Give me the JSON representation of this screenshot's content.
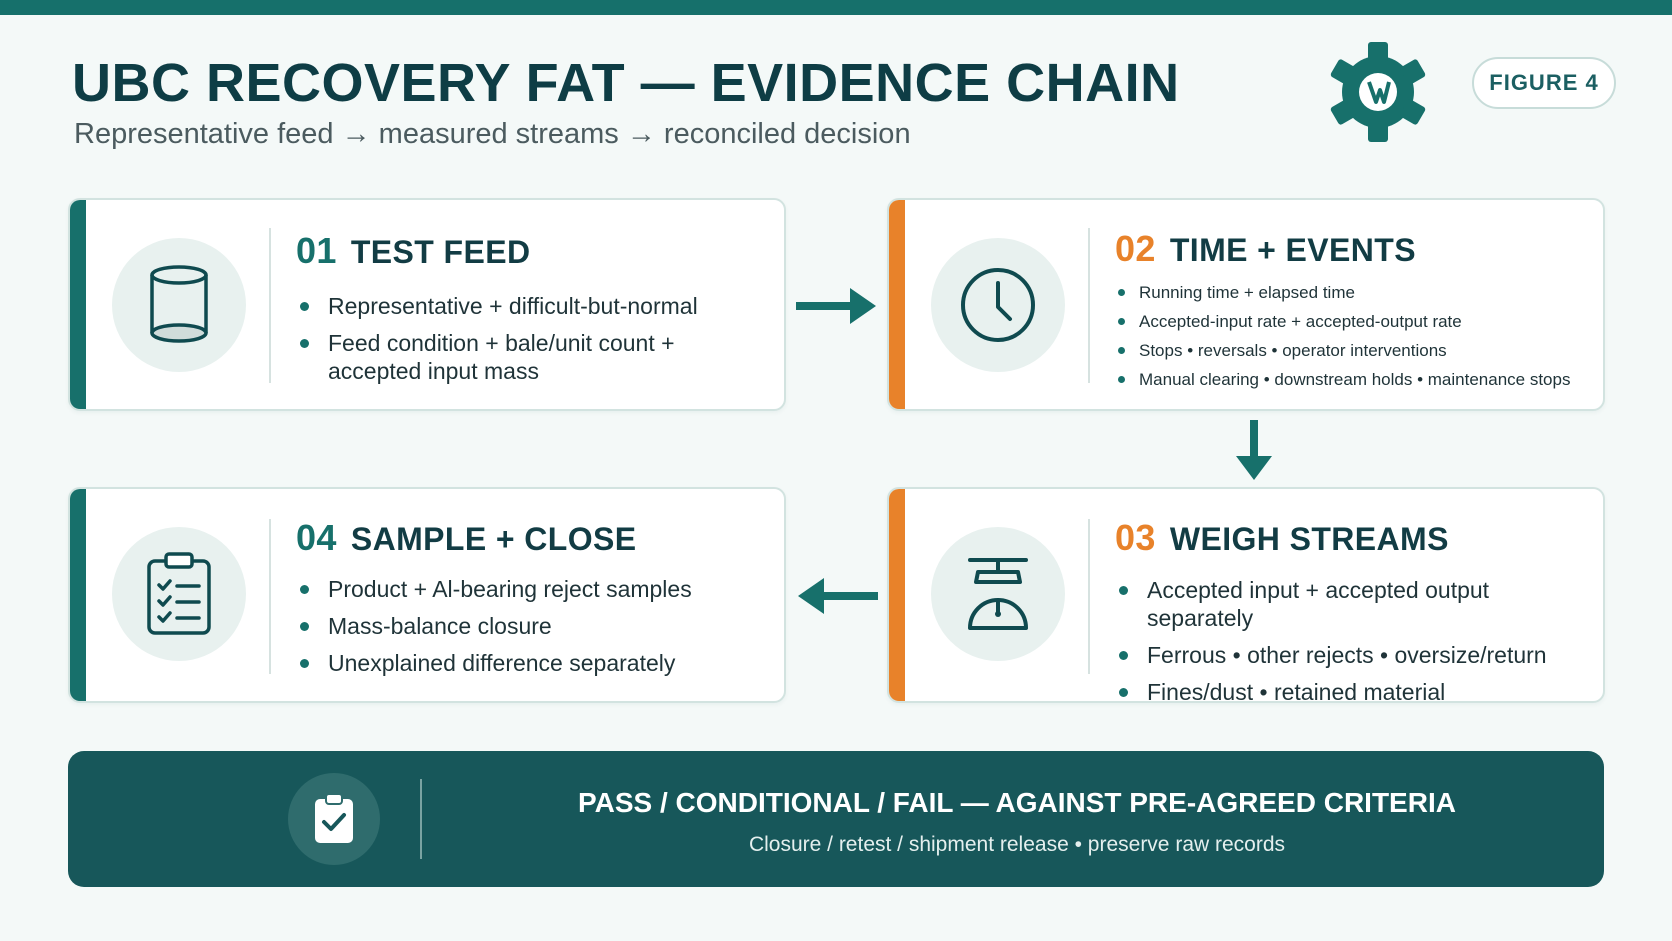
{
  "header": {
    "title": "UBC RECOVERY FAT — EVIDENCE CHAIN",
    "subtitle": "Representative feed → measured streams → reconciled decision",
    "figure_label": "FIGURE 4",
    "logo_icon": "gear-logo-icon"
  },
  "colors": {
    "teal": "#17706b",
    "orange": "#e8822a",
    "dark_teal": "#17575a",
    "title": "#0e3d45"
  },
  "steps": [
    {
      "number": "01",
      "title": "TEST FEED",
      "icon": "cylinder-icon",
      "accent": "teal",
      "bullets": [
        "Representative + difficult-but-normal",
        "Feed condition + bale/unit count + accepted input mass"
      ]
    },
    {
      "number": "02",
      "title": "TIME + EVENTS",
      "icon": "clock-icon",
      "accent": "orange",
      "bullets": [
        "Running time + elapsed time",
        "Accepted-input rate + accepted-output rate",
        "Stops • reversals • operator interventions",
        "Manual clearing • downstream holds • maintenance stops"
      ]
    },
    {
      "number": "03",
      "title": "WEIGH STREAMS",
      "icon": "scale-icon",
      "accent": "orange",
      "bullets": [
        "Accepted input + accepted output separately",
        "Ferrous • other rejects • oversize/return",
        "Fines/dust • retained material"
      ]
    },
    {
      "number": "04",
      "title": "SAMPLE + CLOSE",
      "icon": "clipboard-checklist-icon",
      "accent": "teal",
      "bullets": [
        "Product + Al-bearing reject samples",
        "Mass-balance closure",
        "Unexplained difference separately"
      ]
    }
  ],
  "decision": {
    "title": "PASS / CONDITIONAL / FAIL — AGAINST PRE-AGREED CRITERIA",
    "subtitle": "Closure / retest / shipment release • preserve raw records",
    "icon": "clipboard-check-icon"
  }
}
